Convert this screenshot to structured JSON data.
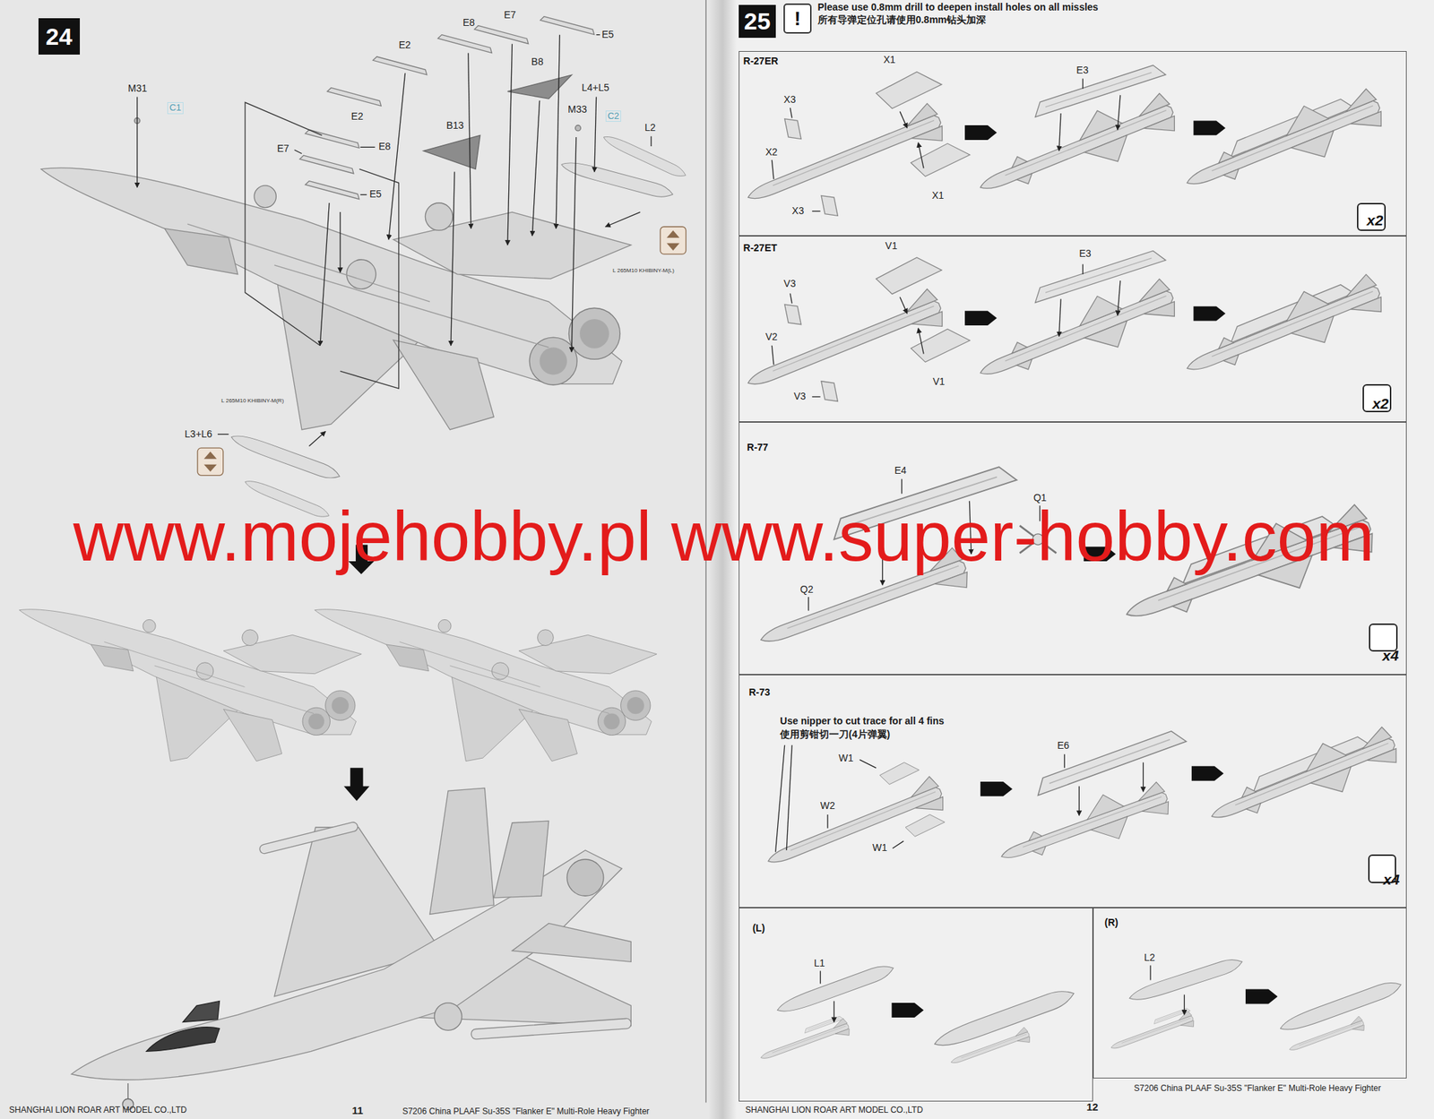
{
  "diagram": {
    "nodes": [
      {
        "text": [
          "24"
        ]
      },
      {
        "text": [
          "25"
        ]
      },
      {
        "text": [
          "!"
        ]
      },
      {
        "text": [
          "R-27ER"
        ]
      },
      {
        "text": [
          "x2"
        ],
        "in": 3
      },
      {
        "text": [
          "R-27ET"
        ]
      },
      {
        "text": [
          "x2"
        ],
        "in": 5
      },
      {
        "text": [
          "R-77"
        ]
      },
      {
        "text": [
          "x4"
        ],
        "in": 7
      },
      {
        "text": [
          "R-73"
        ]
      },
      {
        "text": [
          "x4"
        ],
        "in": 9
      },
      {
        "text": [
          "(L)"
        ]
      },
      {
        "text": [
          "(R)"
        ]
      }
    ],
    "labels": [
      "M31",
      "C1",
      "E2",
      "E8",
      "E7",
      "E5",
      "B8",
      "L4+L5",
      "M33",
      "C2",
      "L2",
      "E2",
      "E7",
      "E8",
      "E5",
      "B13",
      "L 265M10 KHIBINY-M(L)",
      "L 265M10 KHIBINY-M(R)",
      "L3+L6",
      "www.mojehobby.pl www.super-hobby.com",
      "SHANGHAI LION ROAR ART MODEL CO.,LTD",
      "11",
      "S7206 China PLAAF Su-35S \"Flanker E\" Multi-Role Heavy Fighter",
      "Please use 0.8mm drill to deepen install holes on all missles",
      "所有导弹定位孔请使用0.8mm钻头加深",
      "X1",
      "X3",
      "X2",
      "X3",
      "X1",
      "E3",
      "V1",
      "V3",
      "V2",
      "V3",
      "V1",
      "E3",
      "E4",
      "Q1",
      "Q2",
      "Use nipper to cut trace for all 4 fins",
      "使用剪钳切一刀(4片弹翼)",
      "W1",
      "W2",
      "W1",
      "E6",
      "L1",
      "L2",
      "SHANGHAI LION ROAR ART MODEL CO.,LTD",
      "12",
      "S7206 China PLAAF Su-35S \"Flanker E\" Multi-Role Heavy Fighter"
    ]
  }
}
